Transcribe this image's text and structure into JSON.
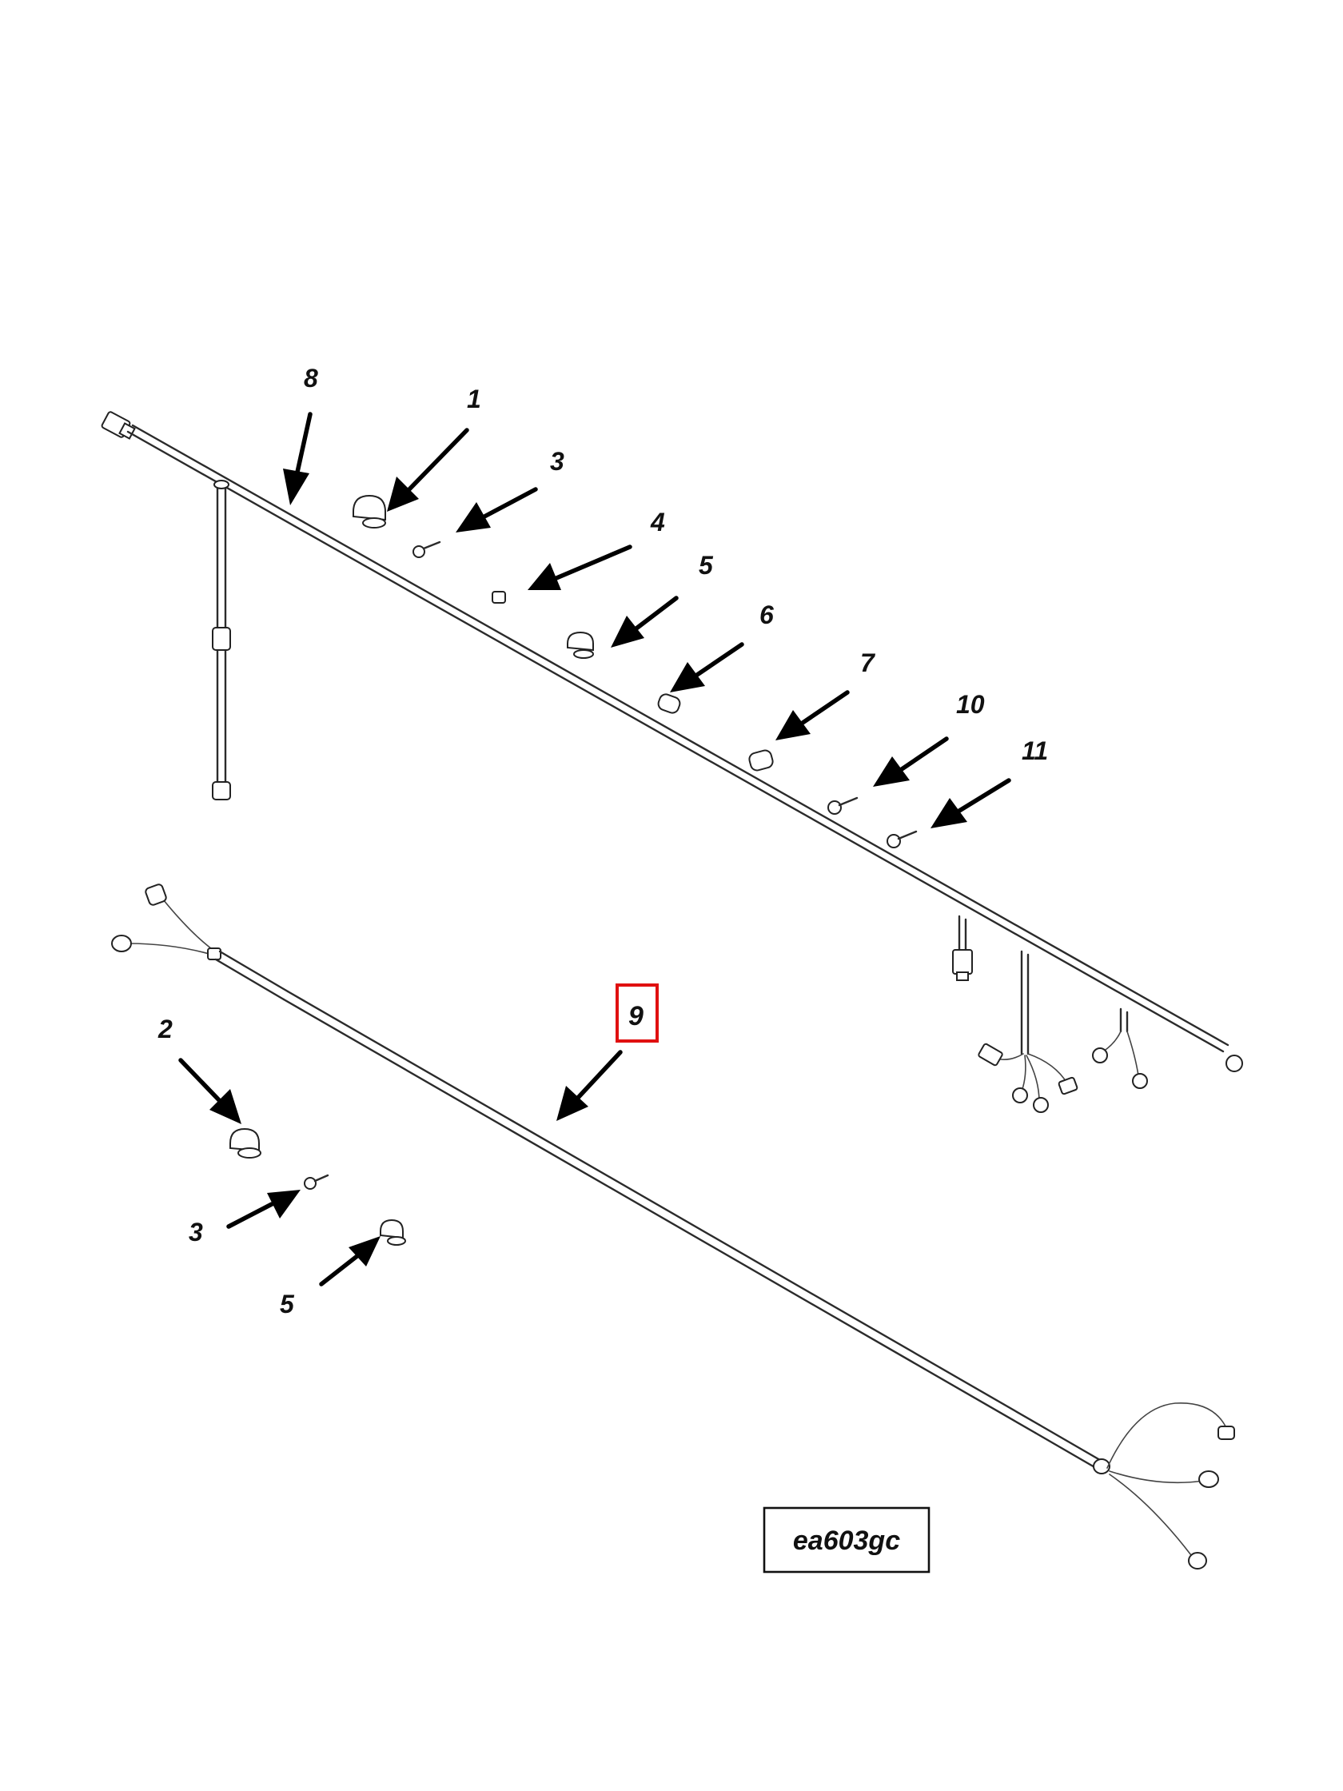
{
  "callouts": {
    "c8": "8",
    "c1": "1",
    "c3a": "3",
    "c4": "4",
    "c5a": "5",
    "c6": "6",
    "c7": "7",
    "c10": "10",
    "c11": "11",
    "c9": "9",
    "c2": "2",
    "c3b": "3",
    "c5b": "5"
  },
  "highlighted_callout": "9",
  "figure_id": "ea603gc",
  "colors": {
    "highlight": "#e01010",
    "ink": "#111111"
  }
}
